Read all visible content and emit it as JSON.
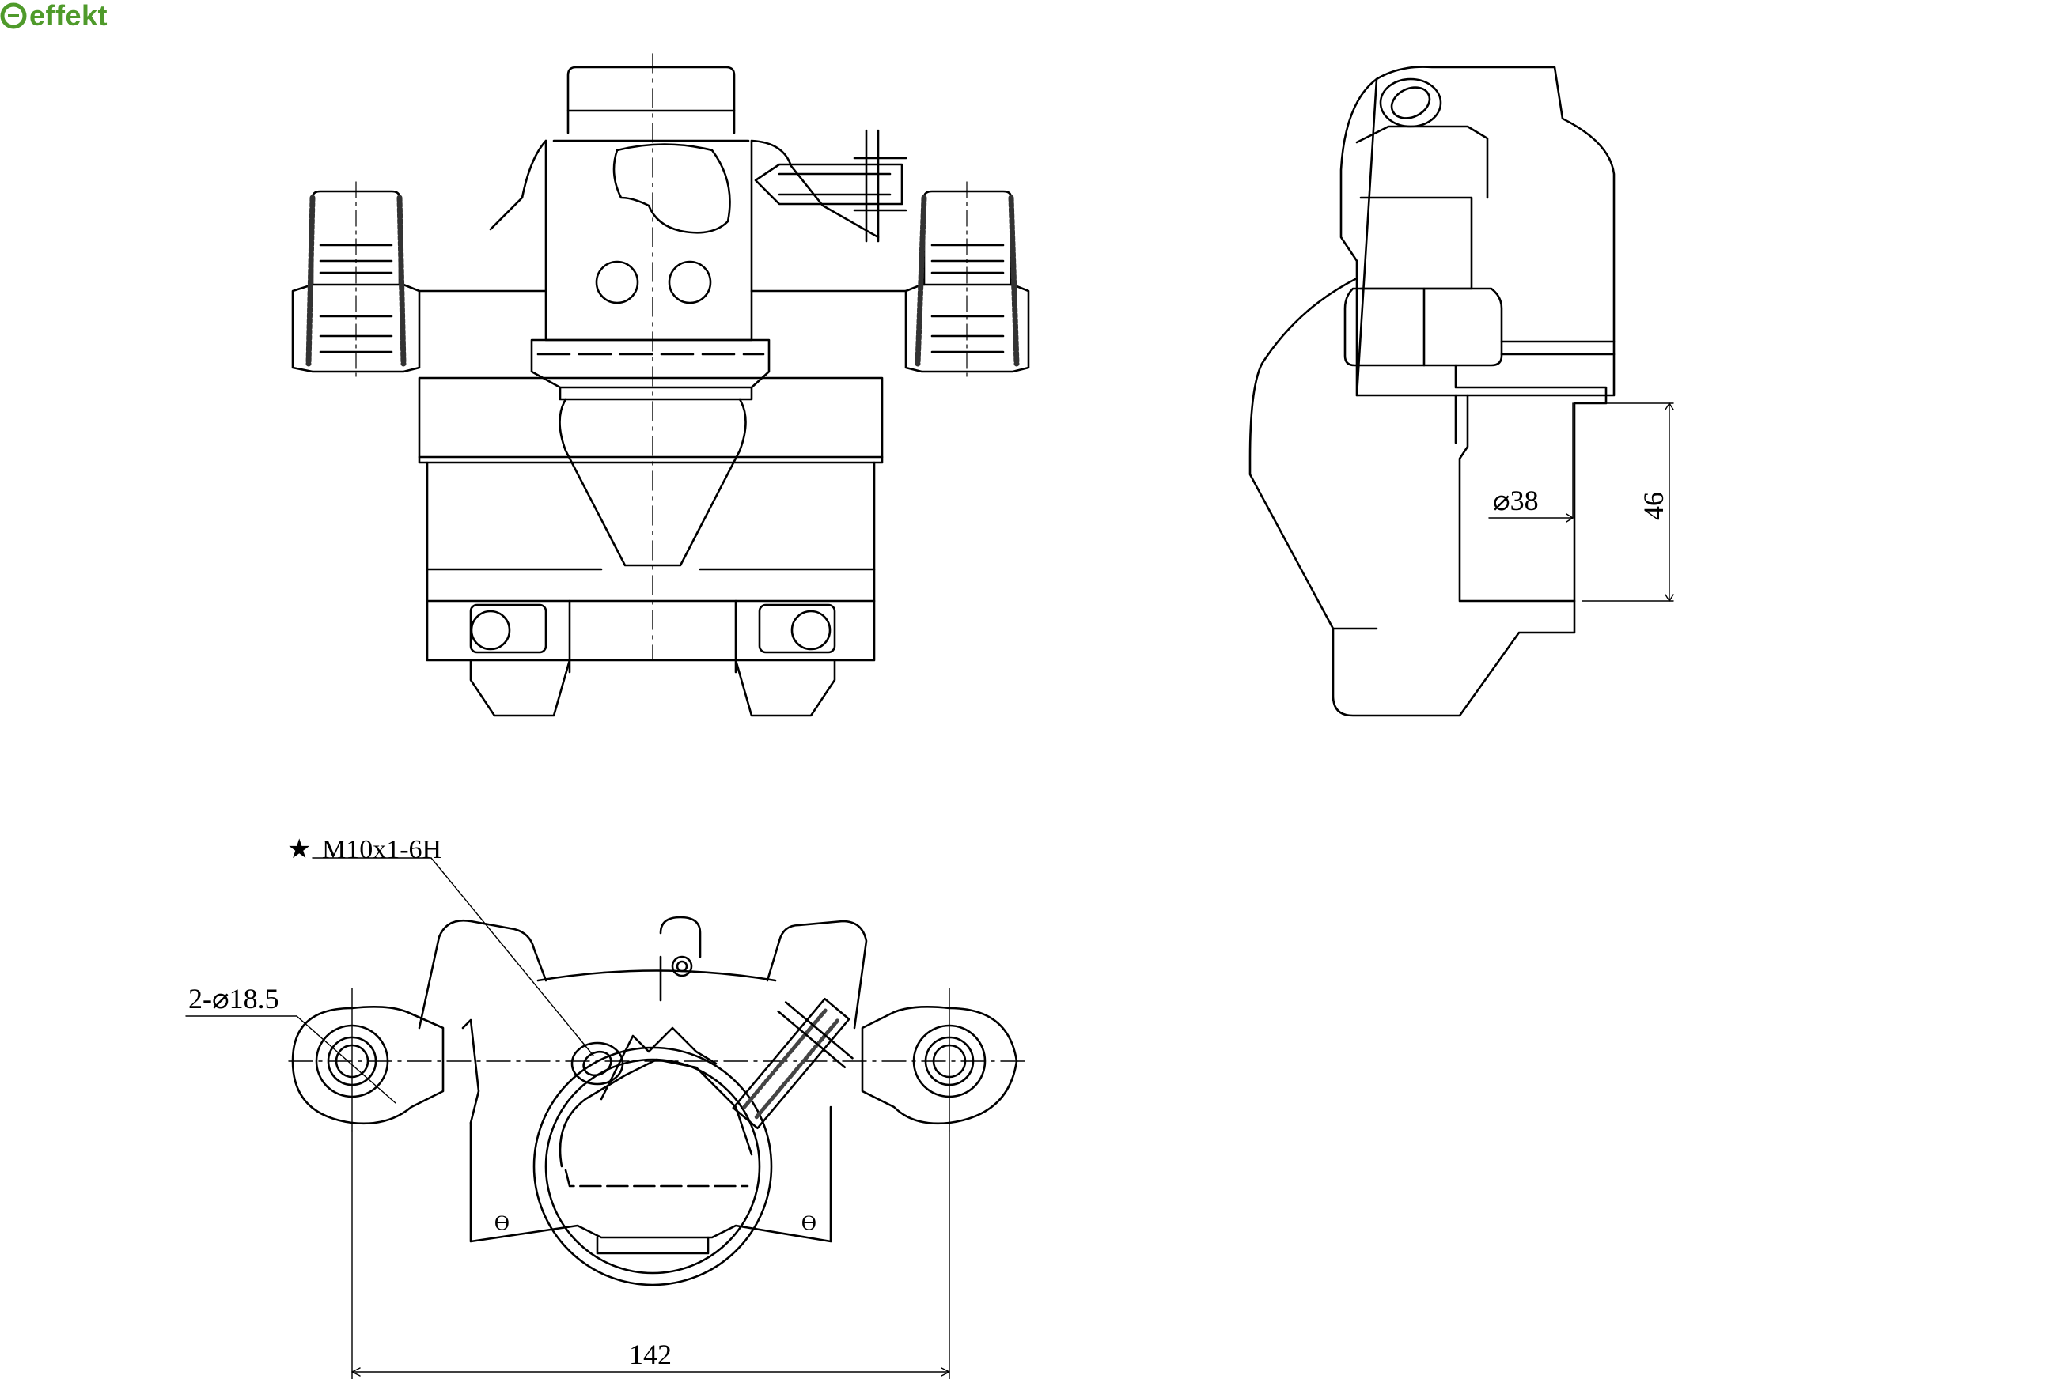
{
  "brand": {
    "name": "effekt",
    "color": "#4f9a2b"
  },
  "dimensions": {
    "bore": "⌀38",
    "piston_height": "46",
    "thread": "M10x1-6H",
    "thread_marker": "★",
    "mount_holes": "2-⌀18.5",
    "mount_spacing": "142"
  },
  "colors": {
    "line": "#000000",
    "paper": "#ffffff"
  }
}
